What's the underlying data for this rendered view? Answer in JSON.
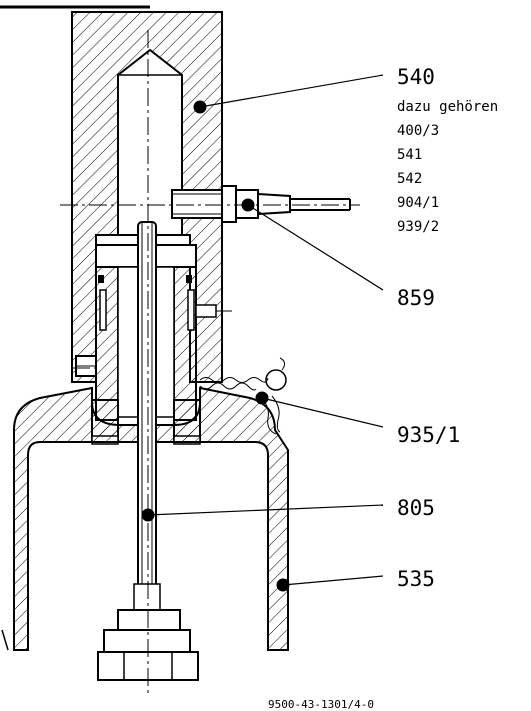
{
  "callouts": [
    {
      "id": "540",
      "label": "540"
    },
    {
      "id": "859",
      "label": "859"
    },
    {
      "id": "935-1",
      "label": "935/1"
    },
    {
      "id": "805",
      "label": "805"
    },
    {
      "id": "535",
      "label": "535"
    }
  ],
  "parts_note": {
    "heading": "dazu gehören",
    "items": [
      "400/3",
      "541",
      "542",
      "904/1",
      "939/2"
    ]
  },
  "drawing_number": "9500-43-1301/4-0"
}
